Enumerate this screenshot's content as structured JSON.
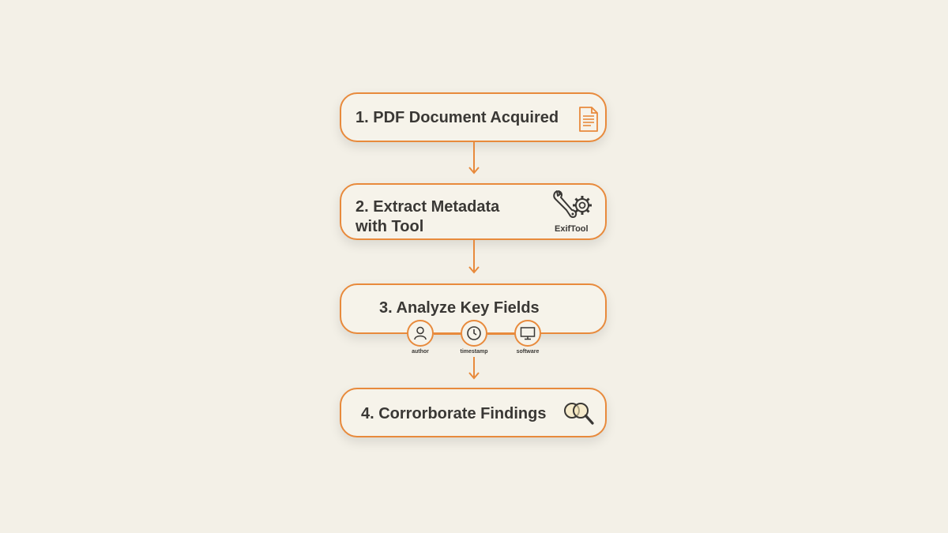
{
  "diagram": {
    "accent_color": "#e88a3c",
    "background_color": "#f3f0e7",
    "text_color": "#3a3835",
    "steps": [
      {
        "label": "1. PDF Document Acquired",
        "icon": "document-icon"
      },
      {
        "label_line1": "2. Extract Metadata",
        "label_line2": "with Tool",
        "icon": "wrench-gear-icon",
        "icon_caption": "ExifTool"
      },
      {
        "label": "3. Analyze Key Fields",
        "fields": [
          {
            "icon": "user-icon",
            "label": "author"
          },
          {
            "icon": "clock-icon",
            "label": "timestamp"
          },
          {
            "icon": "monitor-icon",
            "label": "software"
          }
        ]
      },
      {
        "label": "4. Corrorborate Findings",
        "icon": "magnifier-icon"
      }
    ]
  }
}
